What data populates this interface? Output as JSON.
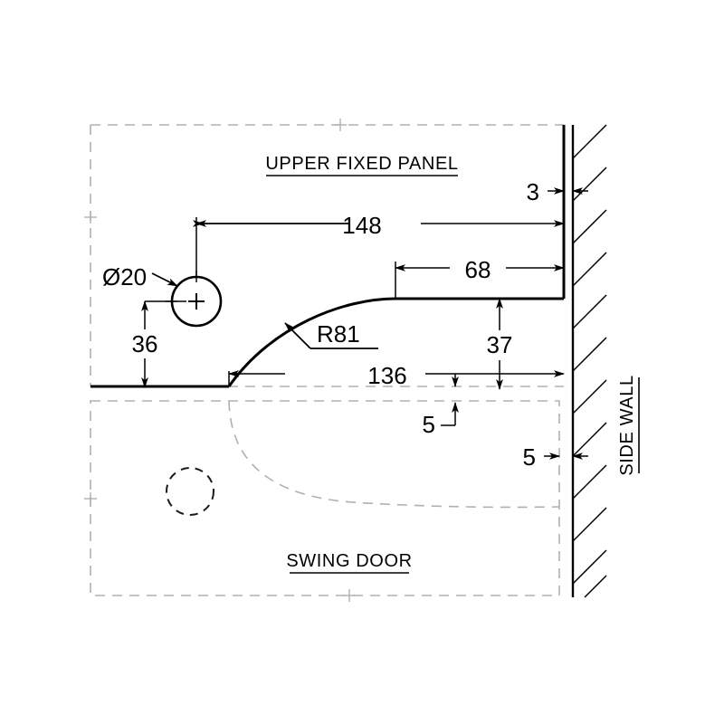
{
  "drawing": {
    "type": "technical-plan-drawing",
    "units": "mm",
    "background_color": "#ffffff",
    "line_color": "#000000",
    "hidden_line_color": "#b0b0b0"
  },
  "labels": {
    "upper_panel": "UPPER FIXED PANEL",
    "swing_door": "SWING DOOR",
    "side_wall": "SIDE WALL"
  },
  "dimensions": {
    "diameter_hole": "Ø20",
    "radius_arc": "R81",
    "length_148": "148",
    "length_136": "136",
    "length_68": "68",
    "height_37": "37",
    "height_36": "36",
    "gap_3": "3",
    "gap_5_vertical": "5",
    "gap_5_wall": "5"
  },
  "chart_data": {
    "type": "table",
    "title": "Shower enclosure plan detail",
    "annotations": [
      {
        "name": "Ø20",
        "meaning": "hole diameter",
        "value": 20
      },
      {
        "name": "R81",
        "meaning": "fillet radius of curved panel edge",
        "value": 81
      },
      {
        "name": "148",
        "meaning": "horizontal distance from hole centre to wall face",
        "value": 148
      },
      {
        "name": "136",
        "meaning": "horizontal distance from arc tangent start to wall face",
        "value": 136
      },
      {
        "name": "68",
        "meaning": "horizontal distance from arc tangent end to wall face",
        "value": 68
      },
      {
        "name": "37",
        "meaning": "vertical offset of upper panel edge above datum",
        "value": 37
      },
      {
        "name": "36",
        "meaning": "vertical distance from hole centre down to panel bottom edge",
        "value": 36
      },
      {
        "name": "3",
        "meaning": "panel to wall clearance at top",
        "value": 3
      },
      {
        "name": "5",
        "meaning": "vertical gap between fixed panel and swing door",
        "value": 5
      },
      {
        "name": "5",
        "meaning": "swing door to wall clearance",
        "value": 5
      }
    ]
  }
}
